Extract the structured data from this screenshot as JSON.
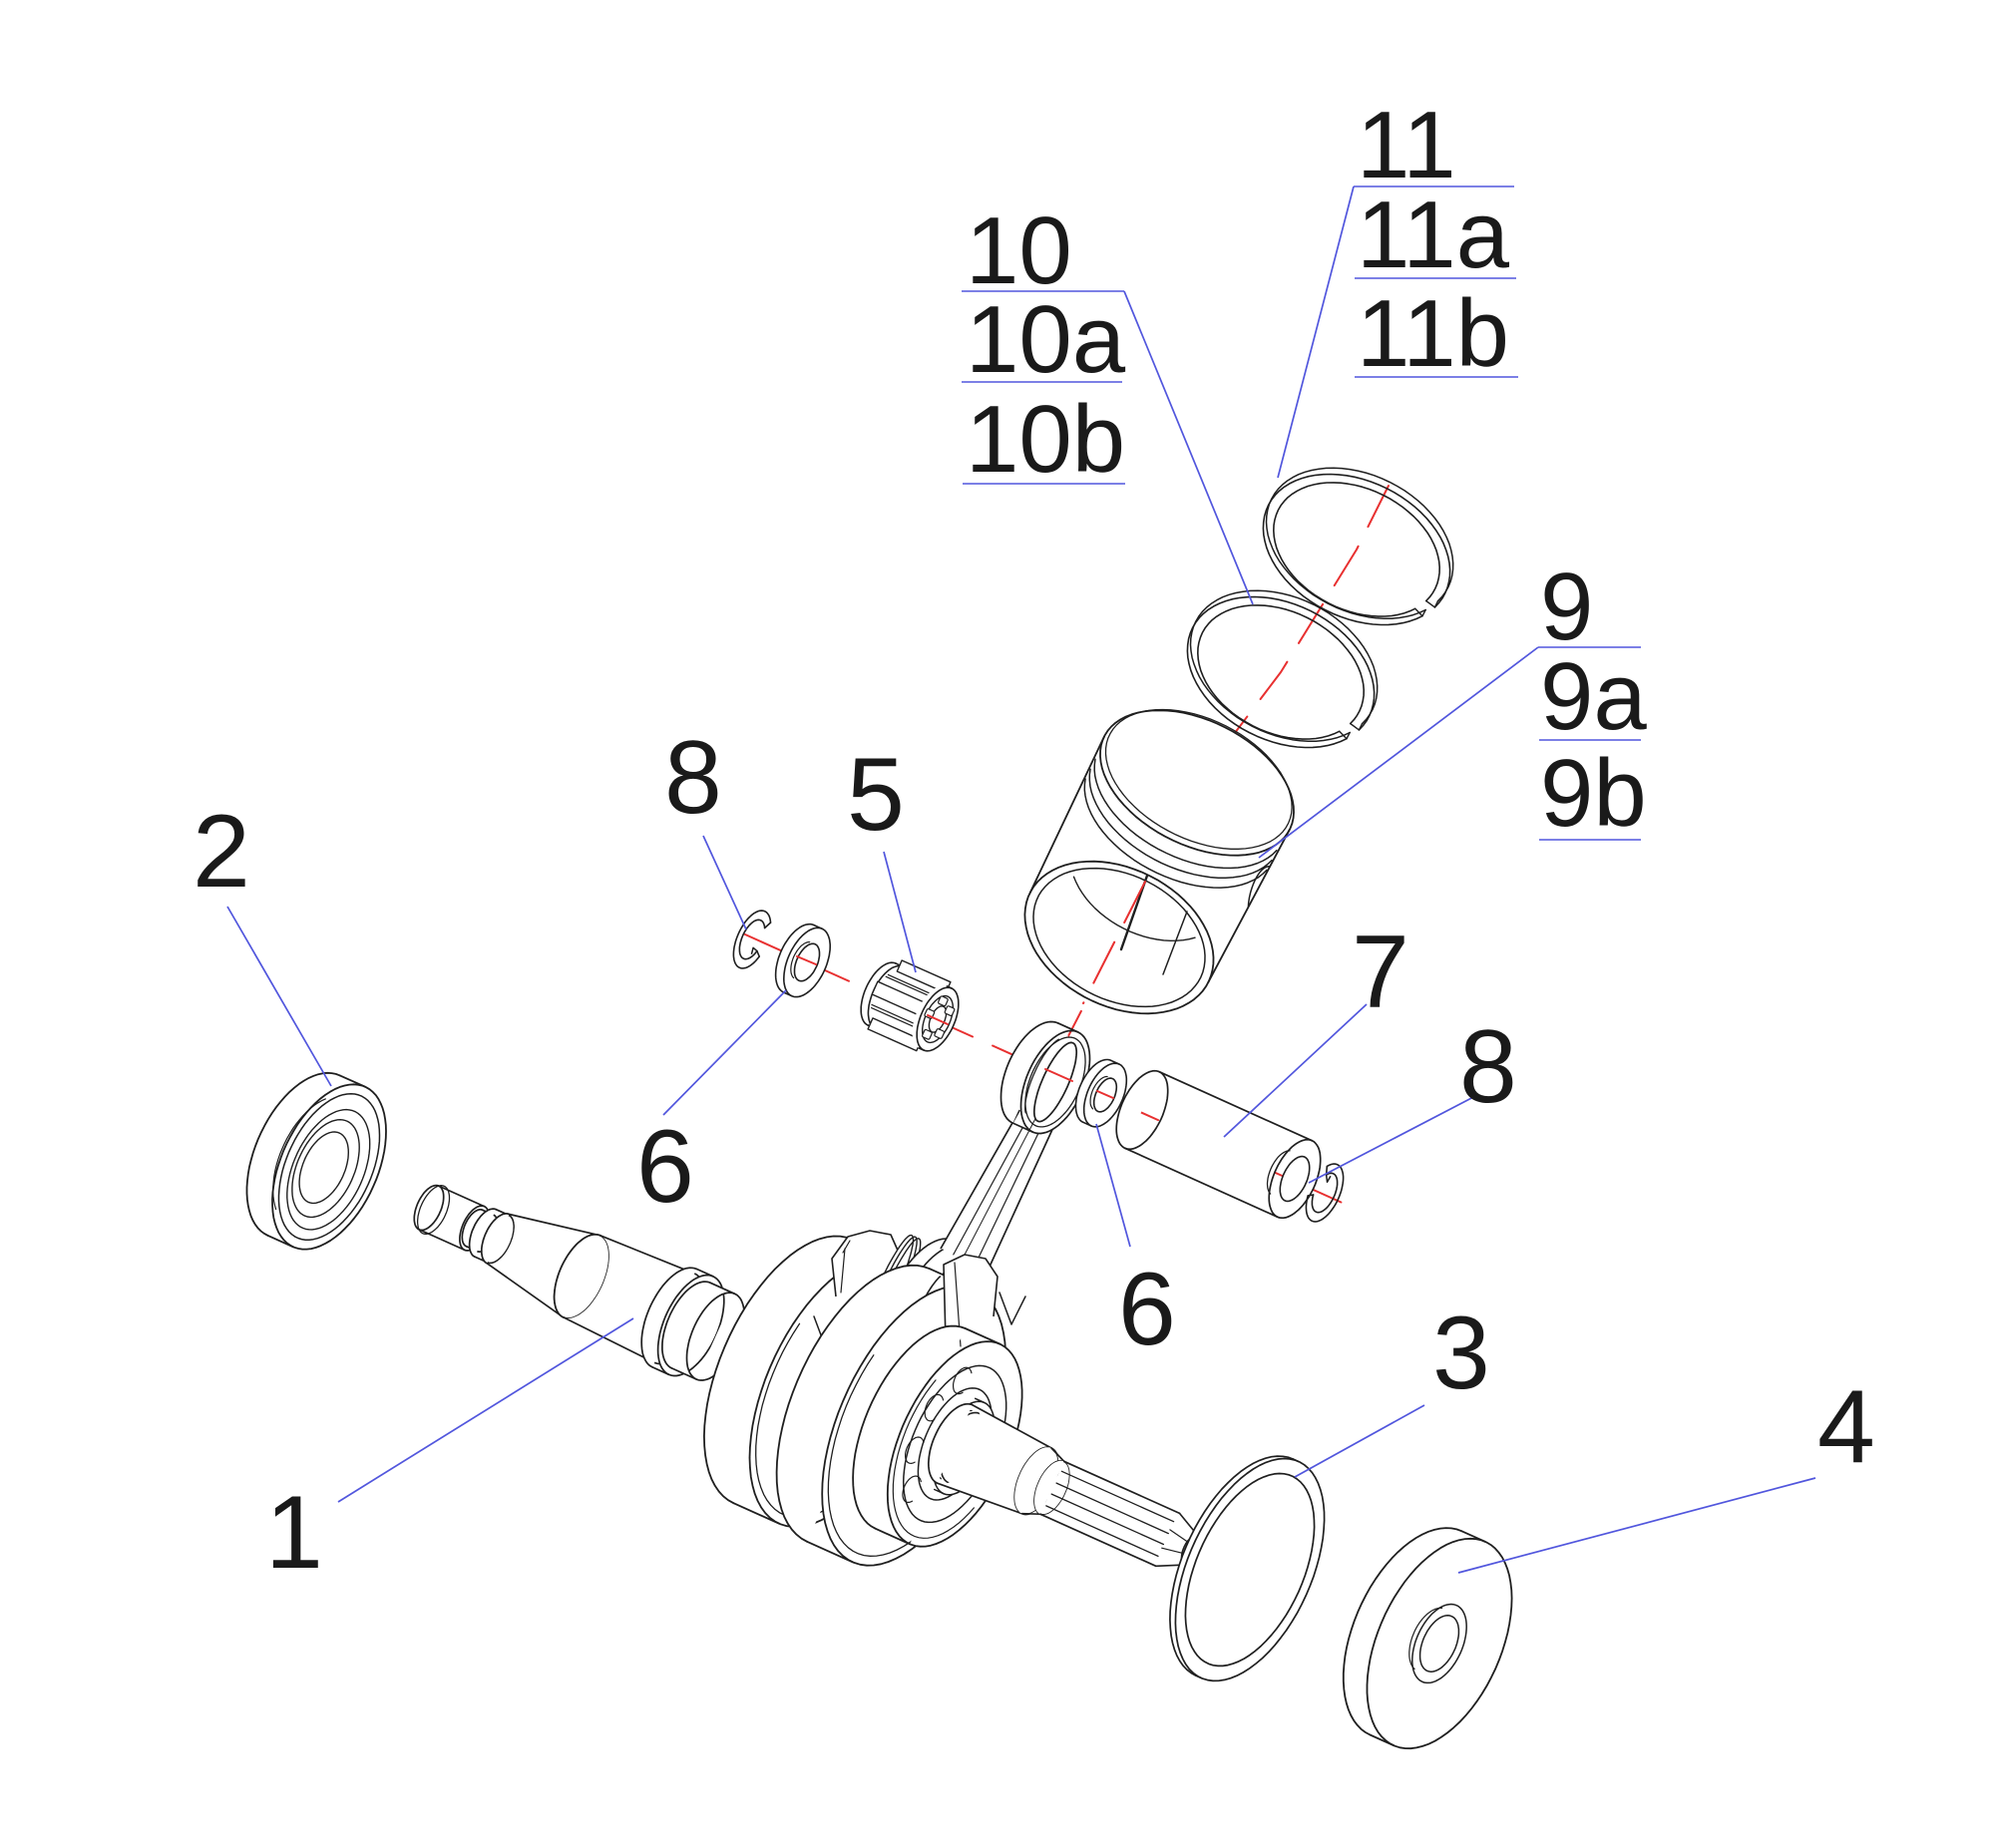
{
  "diagram": {
    "type": "exploded-parts-diagram",
    "subject": "crankshaft and piston assembly",
    "background": "#ffffff",
    "colors": {
      "outline": "#1f1f1f",
      "leader_line": "#5156dd",
      "centerline": "#e83030",
      "label_text": "#1a1a1a"
    },
    "callouts": [
      {
        "id": "callout-1",
        "lines": [
          "1"
        ]
      },
      {
        "id": "callout-2",
        "lines": [
          "2"
        ]
      },
      {
        "id": "callout-3",
        "lines": [
          "3"
        ]
      },
      {
        "id": "callout-4",
        "lines": [
          "4"
        ]
      },
      {
        "id": "callout-5",
        "lines": [
          "5"
        ]
      },
      {
        "id": "callout-6-left",
        "lines": [
          "6"
        ]
      },
      {
        "id": "callout-6-right",
        "lines": [
          "6"
        ]
      },
      {
        "id": "callout-7",
        "lines": [
          "7"
        ]
      },
      {
        "id": "callout-8-left",
        "lines": [
          "8"
        ]
      },
      {
        "id": "callout-8-right",
        "lines": [
          "8"
        ]
      },
      {
        "id": "callout-9",
        "lines": [
          "9",
          "9a",
          "9b"
        ]
      },
      {
        "id": "callout-10",
        "lines": [
          "10",
          "10a",
          "10b"
        ]
      },
      {
        "id": "callout-11",
        "lines": [
          "11",
          "11a",
          "11b"
        ]
      }
    ]
  }
}
